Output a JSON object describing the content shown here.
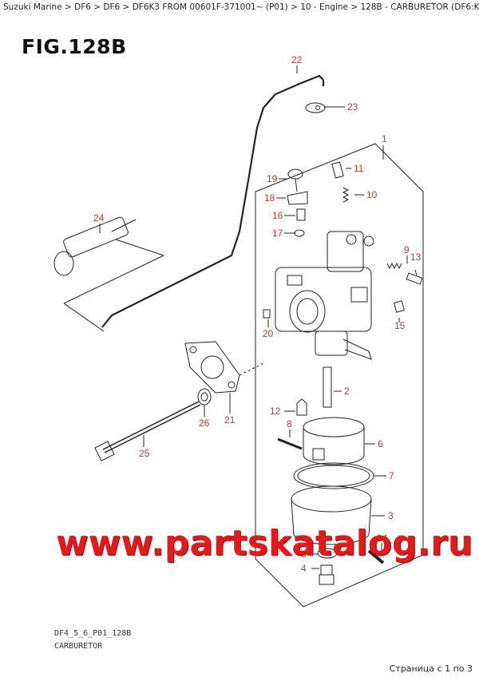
{
  "breadcrumb": "Suzuki Marine > DF6 > DF6 > DF6K3 FROM 00601F-371001~ (P01) > 10 - Engine > 128B - CARBURETOR (DF6:K3)",
  "figure_title": "FIG.128B",
  "figure_ref": "DF4_5_6_P01_128B",
  "figure_caption": "CARBURETOR",
  "watermark": "www.partskatalog.ru",
  "pagination": "Страница с 1 по 3",
  "callouts": {
    "c1": "1",
    "c2": "2",
    "c3": "3",
    "c4": "4",
    "c5": "5",
    "c6": "6",
    "c7": "7",
    "c8": "8",
    "c9": "9",
    "c10": "10",
    "c11": "11",
    "c12": "12",
    "c13": "13",
    "c14": "14",
    "c15": "15",
    "c16": "16",
    "c17": "17",
    "c18": "18",
    "c19": "19",
    "c20": "20",
    "c21": "21",
    "c22": "22",
    "c23": "23",
    "c24": "24",
    "c25": "25",
    "c26": "26"
  },
  "colors": {
    "callout": "#c0392b",
    "watermark": "#e5191b",
    "line": "#222222"
  }
}
